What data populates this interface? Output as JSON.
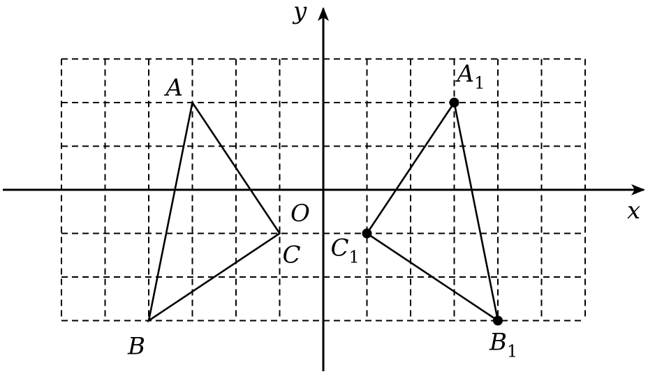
{
  "diagram": {
    "grid": {
      "x_range": [
        -6,
        6
      ],
      "y_range": [
        -3,
        3
      ]
    },
    "axes": {
      "x_label": "x",
      "y_label": "y",
      "origin_label": "O"
    },
    "triangles": [
      {
        "name": "ABC",
        "vertices": [
          {
            "label": "A",
            "subscript": "",
            "x": -3,
            "y": 2,
            "dot": false
          },
          {
            "label": "B",
            "subscript": "",
            "x": -4,
            "y": -3,
            "dot": false
          },
          {
            "label": "C",
            "subscript": "",
            "x": -1,
            "y": -1,
            "dot": false
          }
        ]
      },
      {
        "name": "A1B1C1",
        "vertices": [
          {
            "label": "A",
            "subscript": "1",
            "x": 3,
            "y": 2,
            "dot": true
          },
          {
            "label": "B",
            "subscript": "1",
            "x": 4,
            "y": -3,
            "dot": true
          },
          {
            "label": "C",
            "subscript": "1",
            "x": 1,
            "y": -1,
            "dot": true
          }
        ]
      }
    ]
  }
}
